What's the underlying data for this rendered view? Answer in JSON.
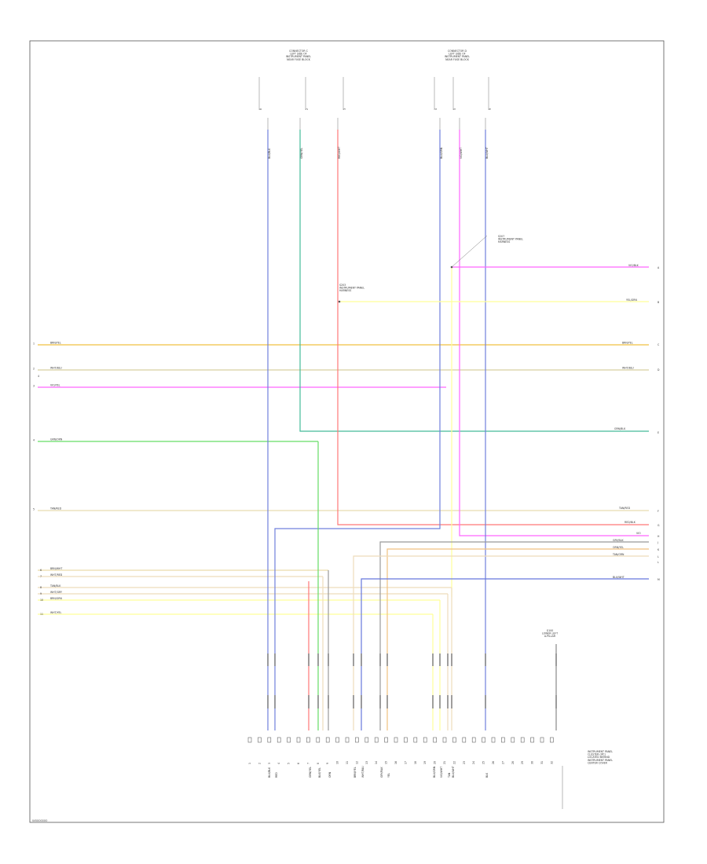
{
  "connectors": {
    "top_left": {
      "title": "CONNECTOR C\nLEFT SIDE OF\nINSTRUMENT PANEL\nNEAR FUSE BLOCK",
      "pins": [
        "8",
        "2",
        "3"
      ]
    },
    "top_right": {
      "title": "CONNECTOR D\nLEFT SIDE OF\nINSTRUMENT PANEL\nNEAR FUSE BLOCK",
      "pins": [
        "4",
        "5",
        "9"
      ]
    },
    "ground": {
      "title": "G100\nLOWER LEFT\nA-PILLAR",
      "pin": "G"
    }
  },
  "module": {
    "label": "INSTRUMENT PANEL\nCLUSTER (IPC)\nLOCATED BEHIND\nINSTRUMENT PANEL\nCENTER COVER",
    "pins": [
      "1",
      "2",
      "3",
      "4",
      "5",
      "6",
      "7",
      "8",
      "9",
      "10",
      "11",
      "12",
      "13",
      "14",
      "15",
      "16",
      "17",
      "18",
      "19",
      "20",
      "21",
      "22",
      "23",
      "24",
      "25",
      "26",
      "27",
      "28",
      "29",
      "30",
      "31",
      "32"
    ]
  },
  "splices": {
    "s1": "S203\nINSTRUMENT PANEL\nHARNESS",
    "s2": "S207\nINSTRUMENT PANEL\nHARNESS"
  },
  "left_wires": [
    {
      "id": "1",
      "label": "BRN/YEL",
      "color": "#f0c040"
    },
    {
      "id": "2",
      "label": "WHT/BLU",
      "color": "#d8cfa0"
    },
    {
      "id": "3",
      "label": "VIO/YEL",
      "color": "#ff66ff"
    },
    {
      "id": "4",
      "label": "GRN/ORN",
      "color": "#66dd66"
    },
    {
      "id": "5",
      "label": "TAN/RED",
      "color": "#e8dcb0"
    },
    {
      "id": "6",
      "label": "BRN/WHT",
      "color": "#eadcaa"
    },
    {
      "id": "7",
      "label": "WHT/RED",
      "color": "#eedcbb"
    },
    {
      "id": "8",
      "label": "TAN/BLK",
      "color": "#eedcbb"
    },
    {
      "id": "9",
      "label": "WHT/GRY",
      "color": "#eedcbb"
    },
    {
      "id": "10",
      "label": "BRN/GRN",
      "color": "#ffff99"
    },
    {
      "id": "11",
      "label": "WHT/YEL",
      "color": "#ffff99"
    }
  ],
  "right_wires": [
    {
      "id": "A",
      "label": "VIO/BLK",
      "color": "#ff66ff"
    },
    {
      "id": "B",
      "label": "YEL/GRN",
      "color": "#ffff99"
    },
    {
      "id": "C",
      "label": "BRN/YEL",
      "color": "#f0c040"
    },
    {
      "id": "D",
      "label": "WHT/BLU",
      "color": "#d8cfa0"
    },
    {
      "id": "E",
      "label": "GRN/BLK",
      "color": "#44bb99"
    },
    {
      "id": "F",
      "label": "TAN/RED",
      "color": "#e8dcb0"
    },
    {
      "id": "G",
      "label": "RED/BLK",
      "color": "#ff7777"
    },
    {
      "id": "H",
      "label": "VIO",
      "color": "#ff66ff"
    },
    {
      "id": "J",
      "label": "GRY/BLK",
      "color": "#999999"
    },
    {
      "id": "K",
      "label": "ORN/YEL",
      "color": "#f0c080"
    },
    {
      "id": "L",
      "label": "TAN/GRN",
      "color": "#eedcbb"
    },
    {
      "id": "M",
      "label": "BLU/WHT",
      "color": "#6677dd"
    }
  ],
  "vertical_wire_labels": [
    "BLU/BLK",
    "GRN/YEL",
    "RED/WHT",
    "BLU/GRN",
    "VIO/WHT",
    "BLU/WHT"
  ],
  "module_pin_wire_labels": [
    "BLU/BLK",
    "RED",
    "GRN/YEL",
    "BLK/YEL",
    "ORN",
    "BRN/YEL",
    "WHT/BLU",
    "GRY/BLK",
    "YEL",
    "BLU/GRN",
    "VIO/WHT",
    "TAN",
    "BLU/WHT",
    "BLK"
  ],
  "footer": "W0000000"
}
